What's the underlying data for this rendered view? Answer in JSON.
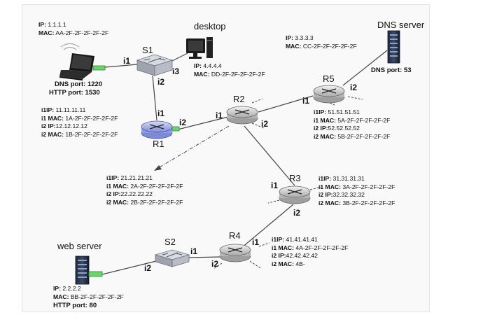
{
  "colors": {
    "router_gray": "#c8c8c8",
    "router_blue": "#9aa8e6",
    "switch": "#b8bcc6",
    "link": "#444444",
    "green": "#4caf50"
  },
  "laptop": {
    "ip_key": "IP:",
    "ip": "1.1.1.1",
    "mac_key": "MAC:",
    "mac": "AA-2F-2F-2F-2F-2F",
    "dns_port": "DNS port: 1220",
    "http_port": "HTTP port: 1530"
  },
  "desktop": {
    "name": "desktop",
    "ip_key": "IP:",
    "ip": "4.4.4.4",
    "mac_key": "MAC:",
    "mac": "DD-2F-2F-2F-2F-2F"
  },
  "dns_server": {
    "name": "DNS server",
    "ip_key": "IP:",
    "ip": "3.3.3.3",
    "mac_key": "MAC:",
    "mac": "CC-2F-2F-2F-2F-2F",
    "port": "DNS port: 53"
  },
  "web_server": {
    "name": "web server",
    "ip_key": "IP:",
    "ip": "2.2.2.2",
    "mac_key": "MAC:",
    "mac": "BB-2F-2F-2F-2F-2F",
    "port": "HTTP port: 80"
  },
  "nodes": {
    "s1": "S1",
    "s2": "S2",
    "r1": "R1",
    "r2": "R2",
    "r3": "R3",
    "r4": "R4",
    "r5": "R5"
  },
  "ifaces": {
    "i1": "i1",
    "i2": "i2",
    "i3": "i3"
  },
  "r1_info": [
    {
      "k": "i1IP:",
      "v": "11.11.11.11"
    },
    {
      "k": "i1 MAC:",
      "v": "1A-2F-2F-2F-2F-2F"
    },
    {
      "k": "i2 IP:",
      "v": "12.12.12.12"
    },
    {
      "k": "i2 MAC:",
      "v": "1B-2F-2F-2F-2F-2F"
    }
  ],
  "r2_info": [
    {
      "k": "i1IP:",
      "v": "21.21.21.21"
    },
    {
      "k": "i1 MAC:",
      "v": "2A-2F-2F-2F-2F-2F"
    },
    {
      "k": "i2 IP:",
      "v": "22.22.22.22"
    },
    {
      "k": "i2 MAC:",
      "v": "2B-2F-2F-2F-2F-2F"
    }
  ],
  "r3_info": [
    {
      "k": "i1IP:",
      "v": "31.31.31.31"
    },
    {
      "k": "i1 MAC:",
      "v": "3A-2F-2F-2F-2F-2F"
    },
    {
      "k": "i2 IP:",
      "v": "32.32.32.32"
    },
    {
      "k": "i2 MAC:",
      "v": "3B-2F-2F-2F-2F-2F"
    }
  ],
  "r4_info": [
    {
      "k": "i1IP:",
      "v": "41.41.41.41"
    },
    {
      "k": "i1 MAC:",
      "v": "4A-2F-2F-2F-2F-2F"
    },
    {
      "k": "i2 IP:",
      "v": "42.42.42.42"
    },
    {
      "k": "i2 MAC:",
      "v": "4B-"
    }
  ],
  "r5_info": [
    {
      "k": "i1IP:",
      "v": "51.51.51.51"
    },
    {
      "k": "i1 MAC:",
      "v": "5A-2F-2F-2F-2F-2F"
    },
    {
      "k": "i2 IP:",
      "v": "52.52.52.52"
    },
    {
      "k": "i2 MAC:",
      "v": "5B-2F-2F-2F-2F-2F"
    }
  ]
}
